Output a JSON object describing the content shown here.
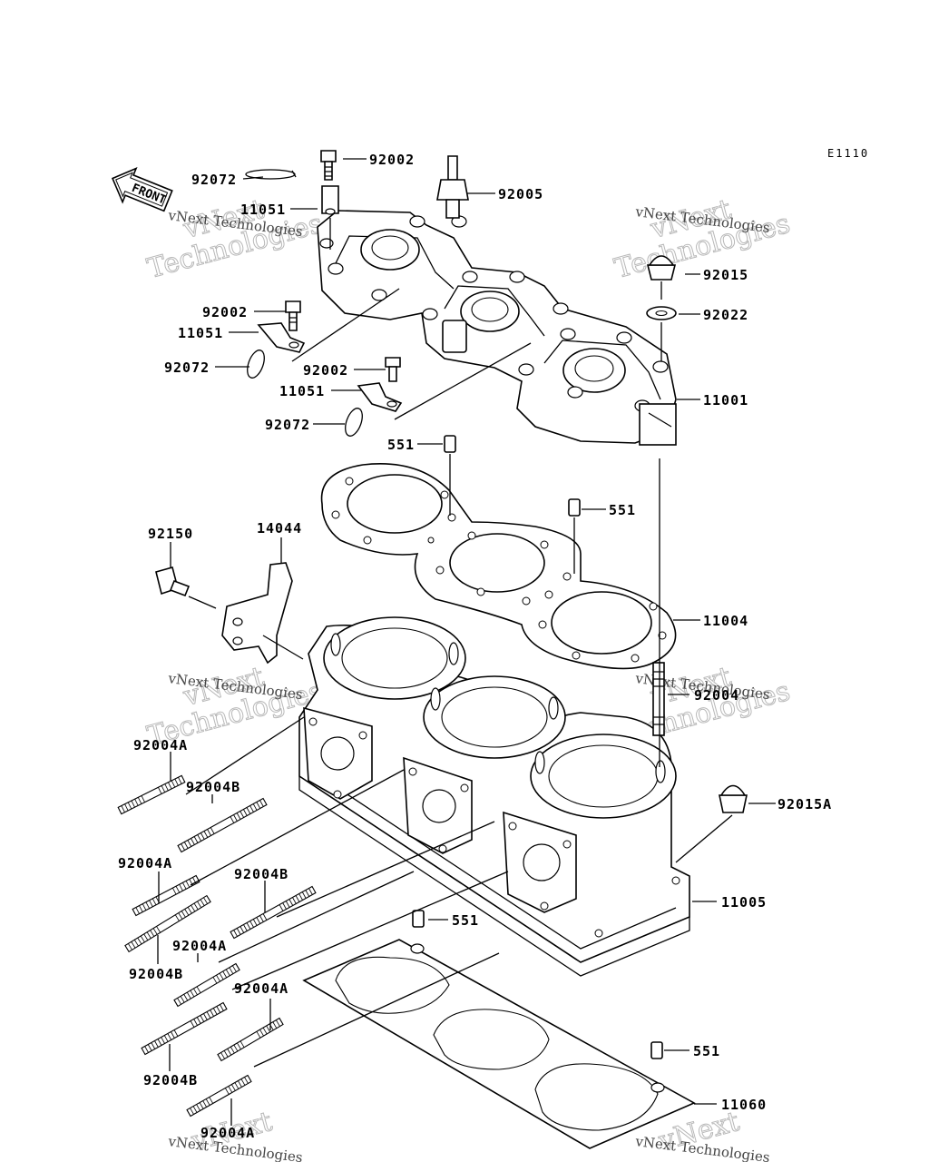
{
  "diagram_code": "E1110",
  "front_arrow": "FRONT",
  "watermark": {
    "line1": "vNext",
    "line2": "Technologies",
    "small": "vNext Technologies"
  },
  "labels": {
    "l92002_top": "92002",
    "l92072_top": "92072",
    "l92005": "92005",
    "l11051_top": "11051",
    "l92015": "92015",
    "l92022": "92022",
    "l92002_mid": "92002",
    "l11051_mid": "11051",
    "l92072_mid": "92072",
    "l92002_low": "92002",
    "l11051_low": "11051",
    "l92072_low": "92072",
    "l11001": "11001",
    "l551_a": "551",
    "l551_b": "551",
    "l92150": "92150",
    "l14044": "14044",
    "l11004": "11004",
    "l92004_right": "92004",
    "l92004A_1": "92004A",
    "l92004B_1": "92004B",
    "l92015A": "92015A",
    "l92004A_2": "92004A",
    "l92004B_2": "92004B",
    "l11005": "11005",
    "l551_c": "551",
    "l92004A_3": "92004A",
    "l92004B_3": "92004B",
    "l92004A_4": "92004A",
    "l551_d": "551",
    "l92004B_4": "92004B",
    "l11060": "11060",
    "l92004A_5": "92004A"
  }
}
